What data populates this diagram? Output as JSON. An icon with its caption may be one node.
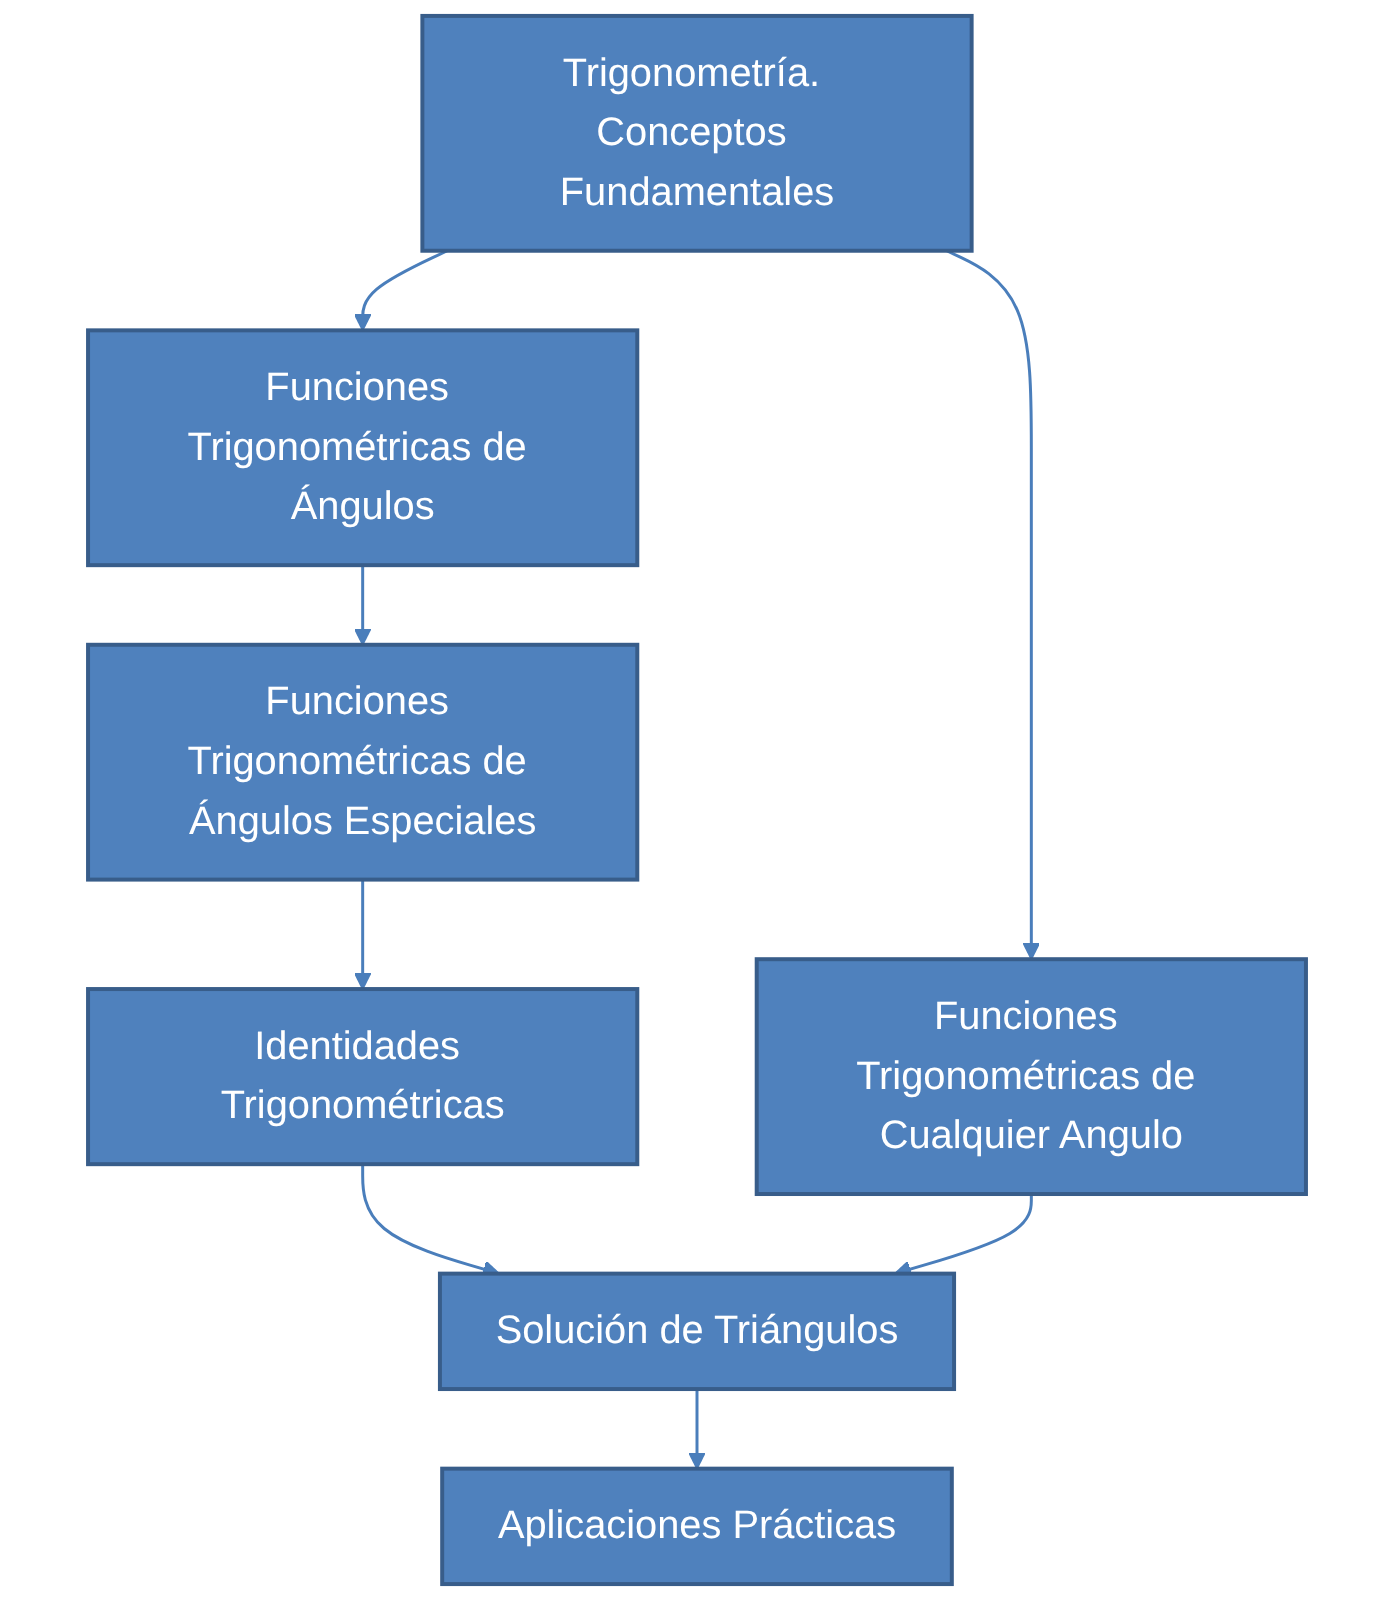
{
  "diagram": {
    "nodes": [
      {
        "text": [
          "Trigonometría. Conceptos Fundamentales"
        ]
      },
      {
        "text": [
          "Funciones Trigonométricas de Ángulos"
        ]
      },
      {
        "text": [
          "Funciones Trigonométricas de Ángulos Especiales"
        ]
      },
      {
        "text": [
          "Funciones Trigonométricas de Cualquier Angulo"
        ]
      },
      {
        "text": [
          "Identidades Trigonométricas"
        ]
      },
      {
        "text": [
          "Solución de Triángulos"
        ]
      },
      {
        "text": [
          "Aplicaciones Prácticas"
        ]
      }
    ],
    "edges": [
      {
        "from": 0,
        "to": 1,
        "arrow": "to"
      },
      {
        "from": 0,
        "to": 3,
        "arrow": "to"
      },
      {
        "from": 1,
        "to": 2,
        "arrow": "to"
      },
      {
        "from": 2,
        "to": 4,
        "arrow": "to"
      },
      {
        "from": 4,
        "to": 5,
        "arrow": "to"
      },
      {
        "from": 3,
        "to": 5,
        "arrow": "to"
      },
      {
        "from": 5,
        "to": 6,
        "arrow": "to"
      }
    ]
  }
}
